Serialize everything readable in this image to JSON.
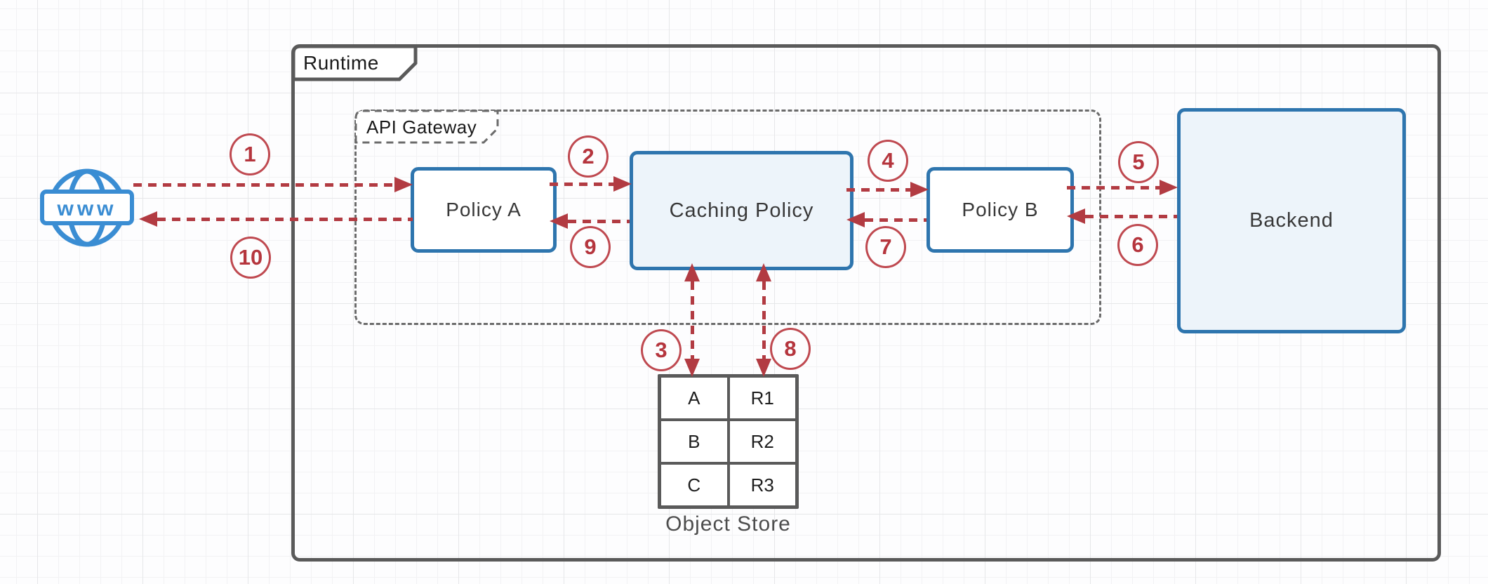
{
  "runtime": {
    "label": "Runtime"
  },
  "api_gateway": {
    "label": "API Gateway"
  },
  "internet": {
    "label": "www"
  },
  "nodes": {
    "policy_a": "Policy A",
    "caching_policy": "Caching Policy",
    "policy_b": "Policy B",
    "backend": "Backend"
  },
  "object_store": {
    "caption": "Object Store",
    "rows": [
      [
        "A",
        "R1"
      ],
      [
        "B",
        "R2"
      ],
      [
        "C",
        "R3"
      ]
    ]
  },
  "steps": [
    "1",
    "2",
    "3",
    "4",
    "5",
    "6",
    "7",
    "8",
    "9",
    "10"
  ],
  "flow": [
    "1: www to Policy A",
    "2: Policy A to Caching Policy",
    "3: Caching Policy to Object Store",
    "4: Caching Policy to Policy B",
    "5: Policy B to Backend",
    "6: Backend to Policy B",
    "7: Policy B to Caching Policy",
    "8: Object Store to Caching Policy",
    "9: Caching Policy to Policy A",
    "10: Policy A to www"
  ],
  "colors": {
    "accent_red": "#b5353d",
    "node_border_blue": "#2e75ae",
    "node_fill_blue": "#edf4fa",
    "frame_gray": "#5a5a5a",
    "globe_blue": "#3a8dd3"
  }
}
